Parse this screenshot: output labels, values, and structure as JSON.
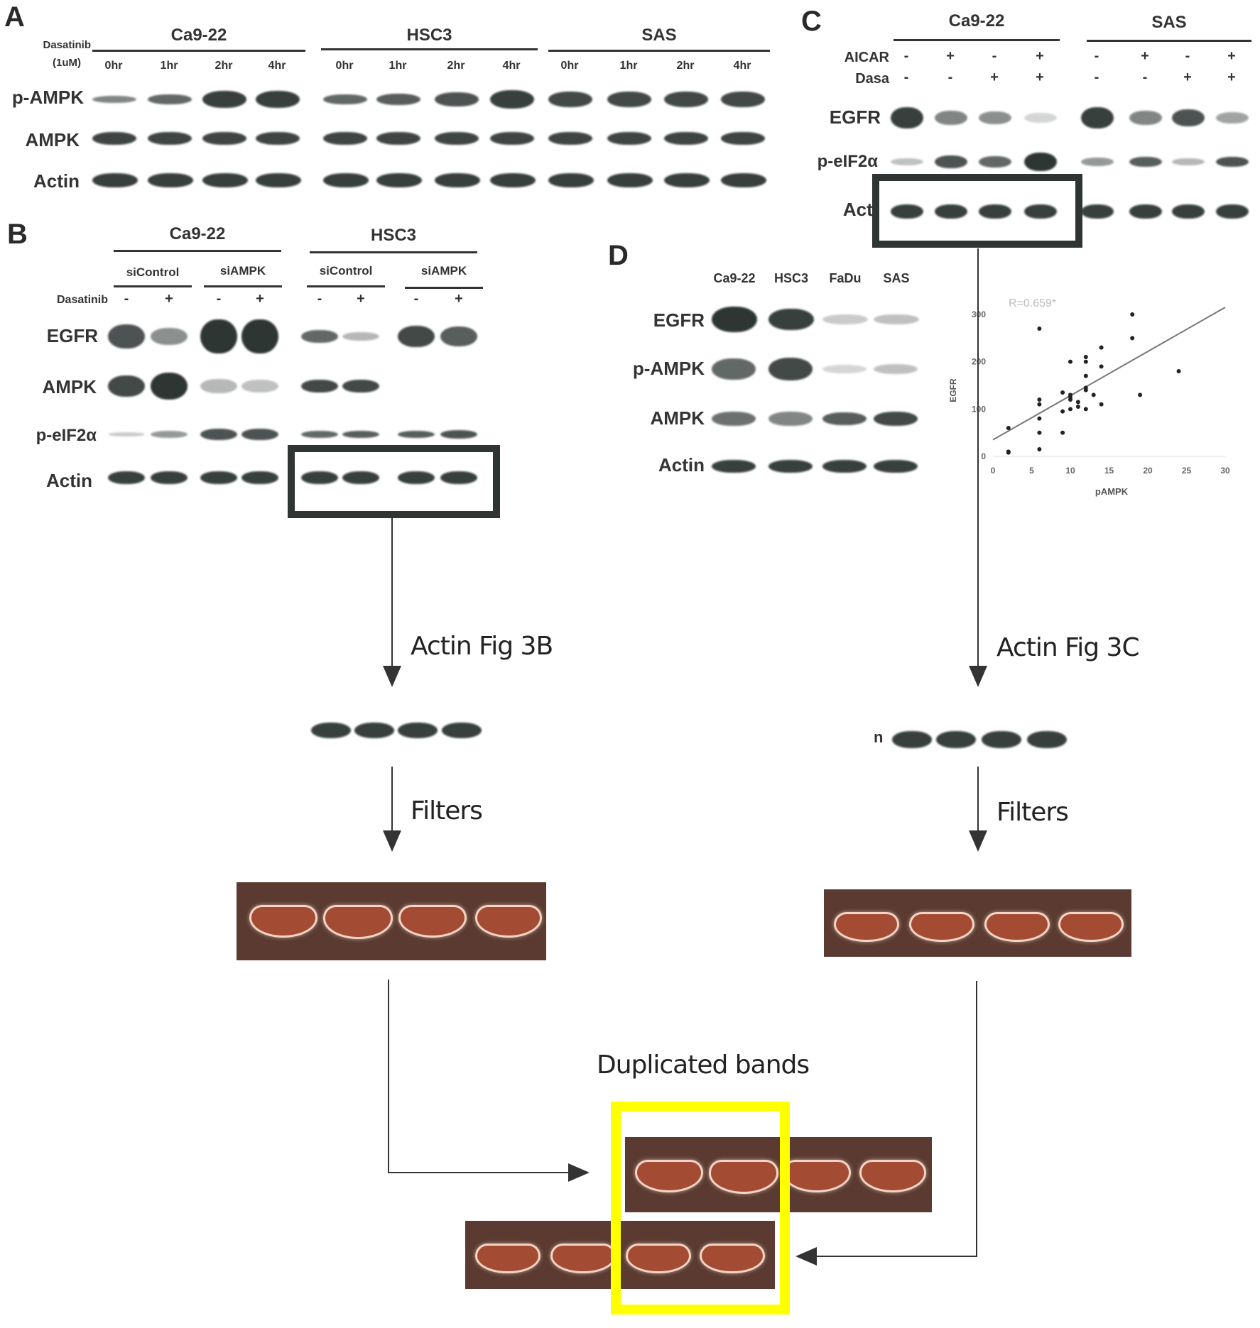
{
  "panels": {
    "A": {
      "letter": "A",
      "treatment_label": [
        "Dasatinib",
        "(1uM)"
      ],
      "groups": [
        {
          "name": "Ca9-22",
          "lanes": [
            "0hr",
            "1hr",
            "2hr",
            "4hr"
          ]
        },
        {
          "name": "HSC3",
          "lanes": [
            "0hr",
            "1hr",
            "2hr",
            "4hr"
          ]
        },
        {
          "name": "SAS",
          "lanes": [
            "0hr",
            "1hr",
            "2hr",
            "4hr"
          ]
        }
      ],
      "rows": [
        "p-AMPK",
        "AMPK",
        "Actin"
      ]
    },
    "B": {
      "letter": "B",
      "groups": [
        {
          "name": "Ca9-22",
          "subgroups": [
            "siControl",
            "siAMPK"
          ]
        },
        {
          "name": "HSC3",
          "subgroups": [
            "siControl",
            "siAMPK"
          ]
        }
      ],
      "treatment_label": "Dasatinib",
      "signs": [
        "-",
        "+",
        "-",
        "+",
        "-",
        "+",
        "-",
        "+"
      ],
      "rows": [
        "EGFR",
        "AMPK",
        "p-eIF2α",
        "Actin"
      ]
    },
    "C": {
      "letter": "C",
      "groups": [
        "Ca9-22",
        "SAS"
      ],
      "treatments": [
        {
          "name": "AICAR",
          "signs": [
            "-",
            "+",
            "-",
            "+",
            "-",
            "+",
            "-",
            "+"
          ]
        },
        {
          "name": "Dasa",
          "signs": [
            "-",
            "-",
            "+",
            "+",
            "-",
            "-",
            "+",
            "+"
          ]
        }
      ],
      "rows": [
        "EGFR",
        "p-eIF2α",
        "Acti"
      ]
    },
    "D": {
      "letter": "D",
      "lanes": [
        "Ca9-22",
        "HSC3",
        "FaDu",
        "SAS"
      ],
      "rows": [
        "EGFR",
        "p-AMPK",
        "AMPK",
        "Actin"
      ]
    }
  },
  "flow": {
    "left_label_1": "Actin Fig 3B",
    "right_label_1": "Actin Fig 3C",
    "left_label_2": "Filters",
    "right_label_2": "Filters",
    "crop_prefix": "n",
    "conclusion": "Duplicated bands"
  },
  "colors": {
    "band_dark": "#2e3634",
    "filter_bg": "#5b3b31",
    "filter_band": "#a34b33",
    "filter_outline": "#f4d4c6",
    "highlight": "#ffff00"
  },
  "chart_data": {
    "type": "scatter",
    "title": "",
    "annotation": "R=0.659*",
    "xlabel": "pAMPK",
    "ylabel": "EGFR",
    "xlim": [
      0,
      30
    ],
    "ylim": [
      0,
      300
    ],
    "xticks": [
      0,
      5,
      10,
      15,
      20,
      25,
      30
    ],
    "yticks": [
      0,
      100,
      200,
      300
    ],
    "grid": false,
    "points": [
      [
        2,
        60
      ],
      [
        2,
        10
      ],
      [
        2,
        8
      ],
      [
        6,
        270
      ],
      [
        6,
        120
      ],
      [
        6,
        110
      ],
      [
        6,
        80
      ],
      [
        6,
        50
      ],
      [
        6,
        15
      ],
      [
        9,
        135
      ],
      [
        9,
        95
      ],
      [
        9,
        50
      ],
      [
        10,
        200
      ],
      [
        10,
        130
      ],
      [
        10,
        125
      ],
      [
        10,
        120
      ],
      [
        10,
        100
      ],
      [
        11,
        115
      ],
      [
        11,
        105
      ],
      [
        12,
        210
      ],
      [
        12,
        200
      ],
      [
        12,
        170
      ],
      [
        12,
        145
      ],
      [
        12,
        140
      ],
      [
        12,
        100
      ],
      [
        13,
        130
      ],
      [
        14,
        230
      ],
      [
        14,
        190
      ],
      [
        14,
        110
      ],
      [
        18,
        300
      ],
      [
        18,
        250
      ],
      [
        19,
        130
      ],
      [
        24,
        180
      ]
    ],
    "trendline": {
      "x": [
        0,
        30
      ],
      "y": [
        35,
        315
      ]
    }
  }
}
